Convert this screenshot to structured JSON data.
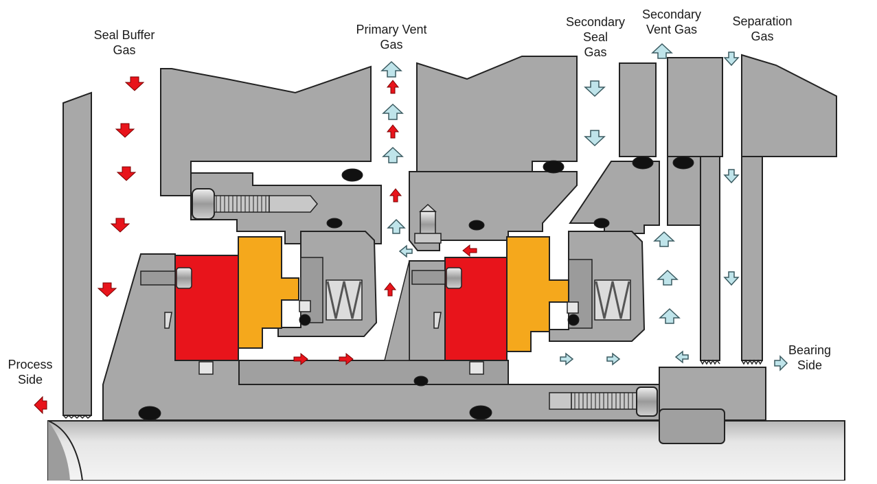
{
  "labels": {
    "seal_buffer_gas": [
      "Seal Buffer",
      "Gas"
    ],
    "primary_vent_gas": [
      "Primary Vent",
      "Gas"
    ],
    "secondary_seal_gas": [
      "Secondary",
      "Seal",
      "Gas"
    ],
    "secondary_vent_gas": [
      "Secondary",
      "Vent Gas"
    ],
    "separation_gas": [
      "Separation",
      "Gas"
    ],
    "process_side": [
      "Process",
      "Side"
    ],
    "bearing_side": [
      "Bearing",
      "Side"
    ]
  },
  "colors": {
    "housing": "#a8a8a8",
    "housing_dark": "#8f8f8f",
    "outline": "#222222",
    "rotor_face": "#e8141b",
    "stator_face": "#f5a81c",
    "flow_red": "#e8141b",
    "flow_blue": "#bfe4ea",
    "shaft_light": "#d6d6d6"
  },
  "icons": {
    "down_arrow": "red-down-arrow-icon",
    "up_arrow_blue": "blue-up-arrow-icon",
    "o_ring": "o-ring-icon"
  }
}
